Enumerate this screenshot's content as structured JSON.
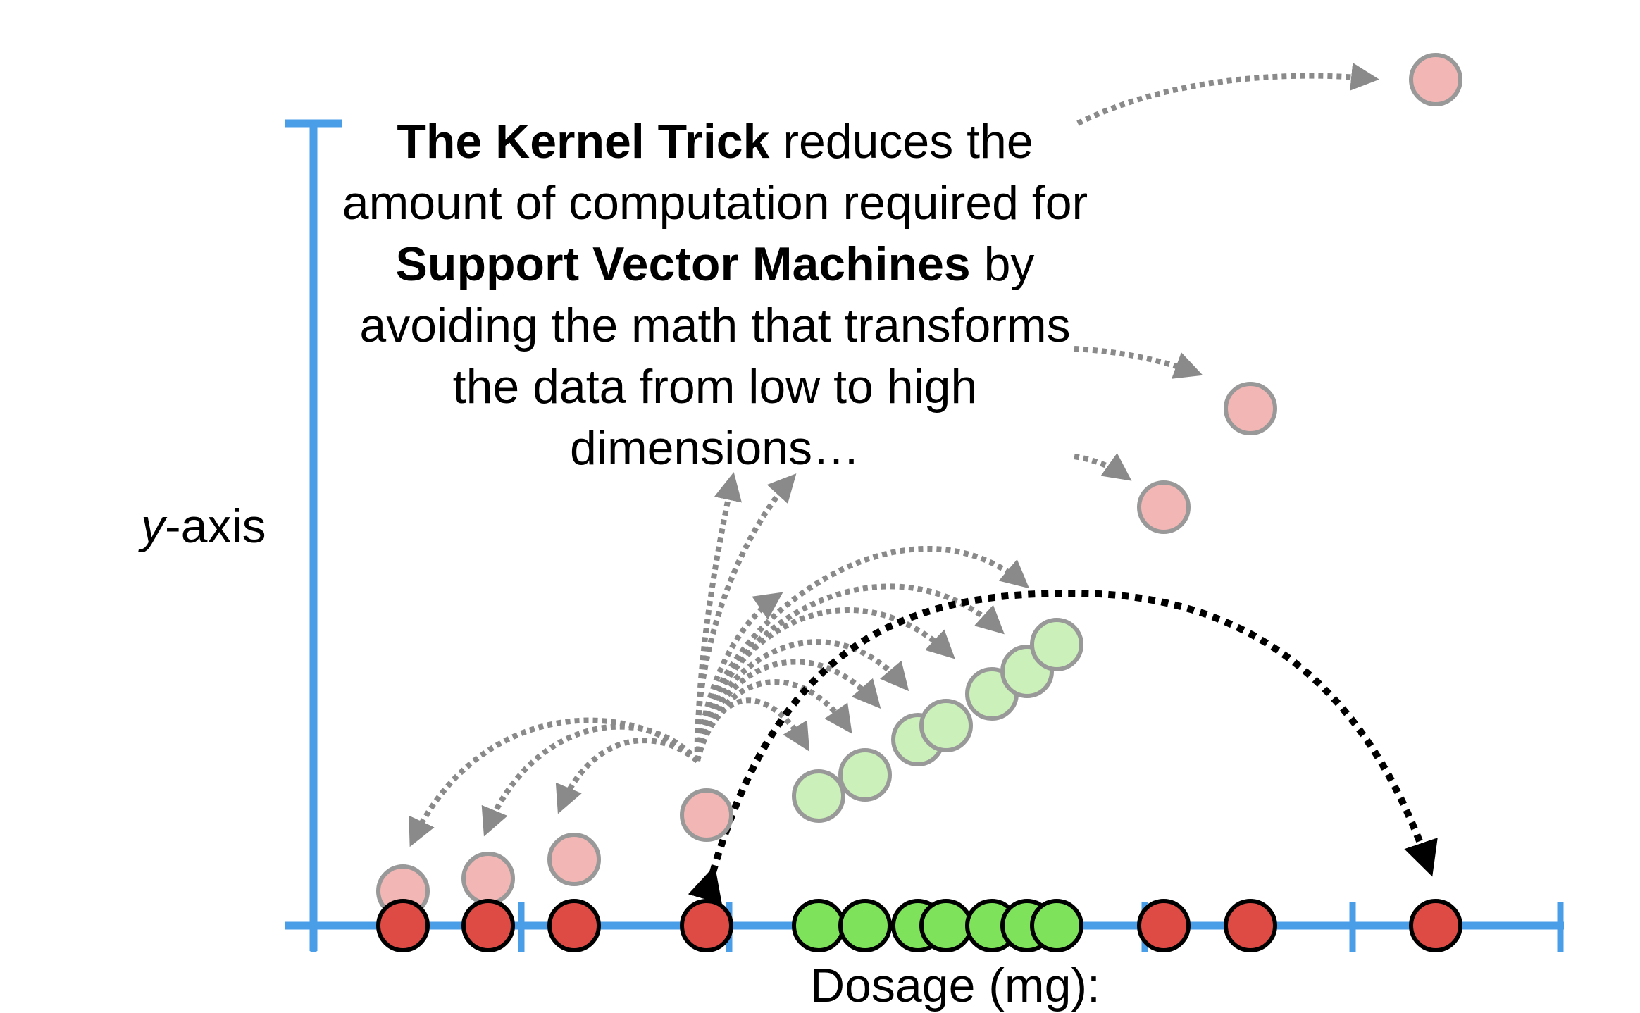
{
  "caption": {
    "part1_bold": "The Kernel Trick",
    "part2": " reduces the amount of computation required for ",
    "part3_bold": "Support Vector Machines",
    "part4": " by avoiding the math that transforms the data from low to high dimensions…"
  },
  "axes": {
    "y_label_italic": "y",
    "y_label_rest": "-axis",
    "x_label": "Dosage (mg):"
  },
  "colors": {
    "axis": "#4a9ee8",
    "red": "#de4b45",
    "green": "#7ee35a",
    "pink": "#f2b6b4",
    "light_green": "#cbf0b9",
    "arrow_gray": "#8a8a8a",
    "arrow_black": "#000000"
  },
  "data": {
    "low_dim": [
      {
        "label": "red"
      },
      {
        "label": "red"
      },
      {
        "label": "red"
      },
      {
        "label": "red"
      },
      {
        "label": "green"
      },
      {
        "label": "green"
      },
      {
        "label": "green"
      },
      {
        "label": "green"
      },
      {
        "label": "green"
      },
      {
        "label": "green"
      },
      {
        "label": "green"
      },
      {
        "label": "red"
      },
      {
        "label": "red"
      },
      {
        "label": "red"
      }
    ],
    "high_dim_count": 14
  }
}
